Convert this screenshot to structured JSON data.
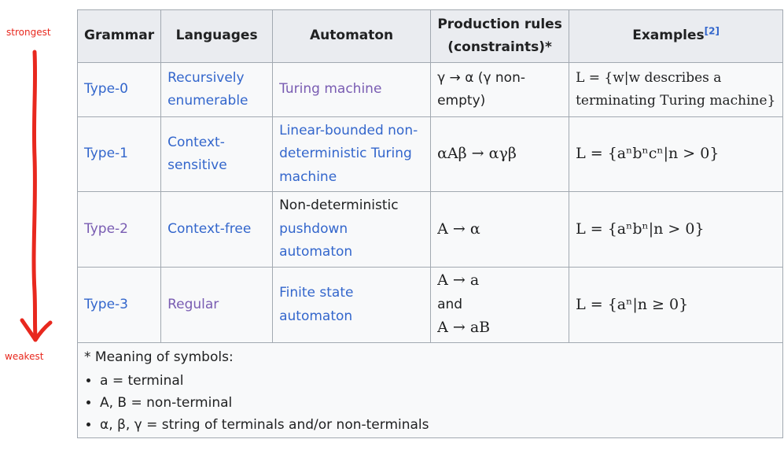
{
  "side": {
    "top_label": "strongest",
    "bottom_label": "weakest",
    "arrow_color": "#e8281e"
  },
  "table": {
    "headers": {
      "grammar": "Grammar",
      "languages": "Languages",
      "automaton": "Automaton",
      "rules_line1": "Production rules",
      "rules_line2": "(constraints)*",
      "examples": "Examples",
      "examples_ref": "[2]"
    },
    "rows": [
      {
        "grammar": "Type-0",
        "language": "Recursively enumerable",
        "automaton_link": "Turing machine",
        "rule": "γ → α (γ non-empty)",
        "example": "L = {w|w describes a terminating Turing machine}"
      },
      {
        "grammar": "Type-1",
        "language": "Context-sensitive",
        "automaton_link": "Linear-bounded non-deterministic Turing machine",
        "rule": "αAβ → αγβ",
        "example": "L = {aⁿbⁿcⁿ|n > 0}"
      },
      {
        "grammar": "Type-2",
        "language": "Context-free",
        "automaton_prefix": "Non-deterministic",
        "automaton_link": "pushdown automaton",
        "rule": "A → α",
        "example": "L = {aⁿbⁿ|n > 0}"
      },
      {
        "grammar": "Type-3",
        "language": "Regular",
        "automaton_link": "Finite state automaton",
        "rule_a": "A → a",
        "rule_and": "and",
        "rule_b": "A → aB",
        "example": "L = {aⁿ|n ≥ 0}"
      }
    ],
    "notes": {
      "heading": "* Meaning of symbols:",
      "items": [
        "a = terminal",
        "A, B = non-terminal",
        "α, β, γ = string of terminals and/or non-terminals"
      ]
    }
  },
  "colors": {
    "link_blue": "#3366cc",
    "link_visited": "#795cb2",
    "header_bg": "#eaecf0",
    "cell_bg": "#f8f9fa",
    "border": "#a2a9b1"
  }
}
